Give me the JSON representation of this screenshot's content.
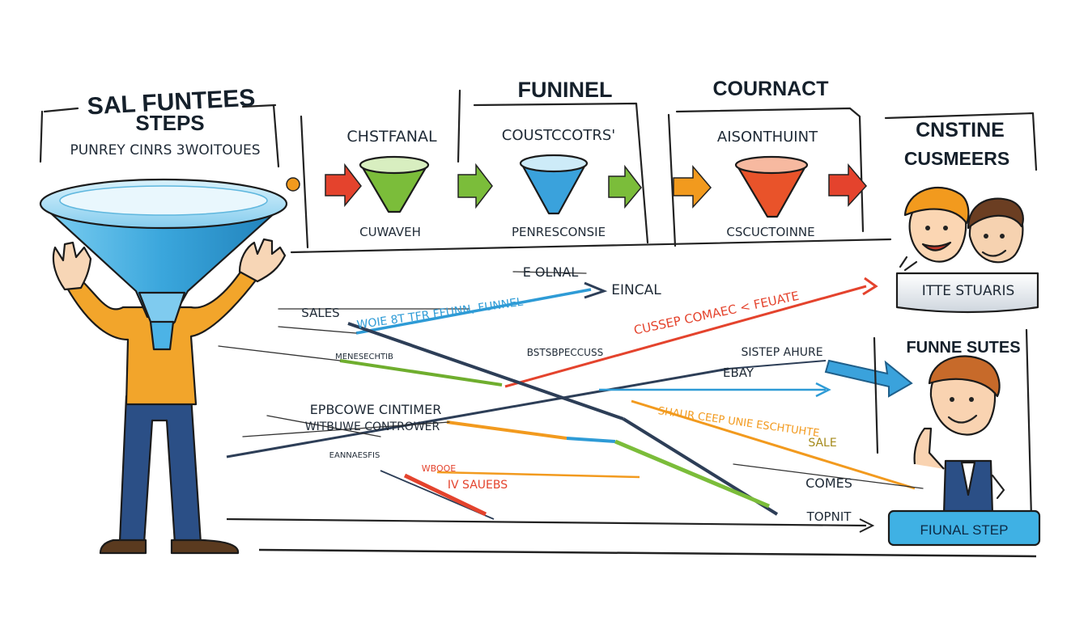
{
  "title": {
    "line1": "SAL FUNTEES",
    "line2": "STEPS",
    "subtitle": "PUNREY CINRS 3WOITOUES"
  },
  "column_headers": {
    "funnel": "FUNINEL",
    "contact": "COURNACT",
    "customers": [
      "CNSTINE",
      "CUSMEERS"
    ]
  },
  "stages": [
    {
      "label": "CHSTFANAL",
      "caption": "CUWAVEH",
      "color": "#6fae2e"
    },
    {
      "label": "COUSTCCOTRS'",
      "caption": "PENRESCONSIE",
      "color": "#2e9bd6"
    },
    {
      "label": "AISONTHUINT",
      "caption": "CSCUCTOINNE",
      "color": "#e4532d"
    }
  ],
  "customer_plaque": "ITTE STUARIS",
  "flow_labels": {
    "top": "E OLNAL",
    "top_arrow_label": "EINCAL",
    "funnel_path": "WOIE 8T TFR FFUNN, FUNNEL",
    "sales": "SALES",
    "cross": "CUSSEP  COMAEC < FEUATE",
    "mid_small": "BSTSBPECCUSS",
    "left_small": "MENESECHTIB",
    "step_label": "SISTEP AHURE",
    "ebay": "EBAY",
    "left_block_1": "EPBCOWE CINTIMER",
    "left_block_2": "WITBUWE CONTROWER",
    "left_small_2": "EANNAESFIS",
    "orange_label": "SHAUR CEEP  UNIE ESCHTUHTE",
    "sale": "SALE",
    "red_small": "WBOOE",
    "sales_bottom": "IV SAUEBS",
    "comes": "COMES",
    "topnit": "TOPNIT"
  },
  "final": {
    "header": "FUNNE SUTES",
    "plaque": "FIUNAL STEP"
  },
  "colors": {
    "funnel_blue": "#4cb3e6",
    "shirt": "#f2a52b",
    "pants": "#2b4f86",
    "green": "#6fae2e",
    "blue": "#2e9bd6",
    "orange": "#f29a1e",
    "red": "#e4432d",
    "navy": "#2d3e57"
  },
  "icons": [
    "hand-drawn-funnel-icon",
    "arrow-right-icon",
    "person-icon"
  ]
}
